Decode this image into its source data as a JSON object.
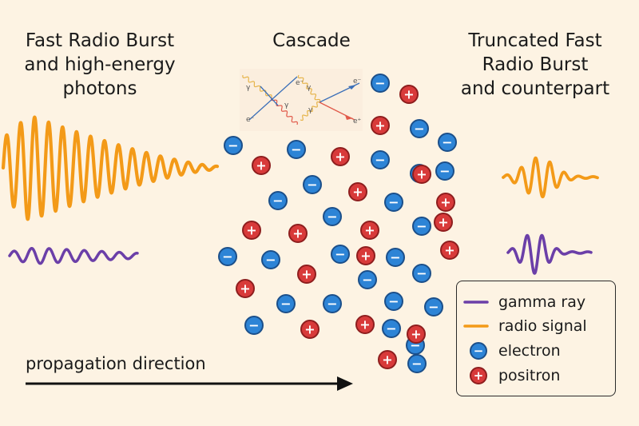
{
  "titles": {
    "left": "Fast Radio Burst\nand high-energy\nphotons",
    "center": "Cascade",
    "right": "Truncated Fast\nRadio Burst\nand counterpart"
  },
  "feynman": {
    "labels": [
      "γ",
      "γ",
      "e⁻",
      "e⁻",
      "γ",
      "γ",
      "e⁻",
      "e⁺"
    ]
  },
  "particle_signs": {
    "electron": "−",
    "positron": "+"
  },
  "legend": {
    "items": [
      {
        "label": "gamma ray",
        "kind": "line",
        "color": "#6b3fa8"
      },
      {
        "label": "radio signal",
        "kind": "line",
        "color": "#f39a18"
      },
      {
        "label": "electron",
        "kind": "electron",
        "color": "#2d84d6"
      },
      {
        "label": "positron",
        "kind": "positron",
        "color": "#d83a3a"
      }
    ]
  },
  "direction_label": "propagation direction",
  "colors": {
    "radio": "#f39a18",
    "gamma": "#6b3fa8",
    "electron_fill": "#2d84d6",
    "electron_stroke": "#1b4f8a",
    "positron_fill": "#d83a3a",
    "positron_stroke": "#8e1e1e",
    "arrow": "#111111",
    "background": "#fdf3e3"
  }
}
